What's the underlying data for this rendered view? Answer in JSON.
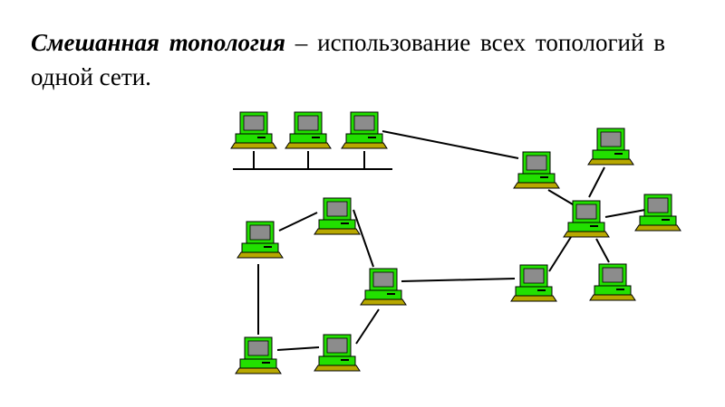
{
  "slide": {
    "heading": {
      "term": "Смешанная топология",
      "rest": " – использование всех топологий в одной сети."
    }
  },
  "colors": {
    "monitor_body": "#22e000",
    "monitor_screen": "#8c8c8c",
    "keyboard": "#b8a800",
    "line": "#000000"
  },
  "diagram": {
    "description_name": "mixed-topology-network",
    "computer_icon": "computer-icon",
    "segments": [
      "bus-segment",
      "ring-segment",
      "star-segment"
    ]
  }
}
